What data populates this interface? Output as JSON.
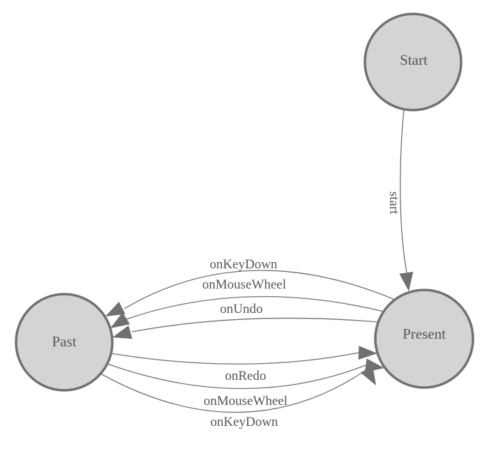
{
  "diagram": {
    "type": "state-machine",
    "nodes": [
      {
        "id": "start",
        "label": "Start"
      },
      {
        "id": "present",
        "label": "Present"
      },
      {
        "id": "past",
        "label": "Past"
      }
    ],
    "edges": [
      {
        "from": "Start",
        "to": "Present",
        "label": "start"
      },
      {
        "from": "Present",
        "to": "Past",
        "label": "onKeyDown"
      },
      {
        "from": "Present",
        "to": "Past",
        "label": "onMouseWheel"
      },
      {
        "from": "Present",
        "to": "Past",
        "label": "onUndo"
      },
      {
        "from": "Past",
        "to": "Present",
        "label": "onRedo"
      },
      {
        "from": "Past",
        "to": "Present",
        "label": "onMouseWheel"
      },
      {
        "from": "Past",
        "to": "Present",
        "label": "onKeyDown"
      }
    ],
    "colors": {
      "node_fill": "#d4d4d4",
      "node_stroke": "#6f7072",
      "edge_stroke": "#6f7072",
      "arrow_fill": "#6f7072",
      "label_text": "#54575c",
      "background": "#ffffff"
    }
  }
}
